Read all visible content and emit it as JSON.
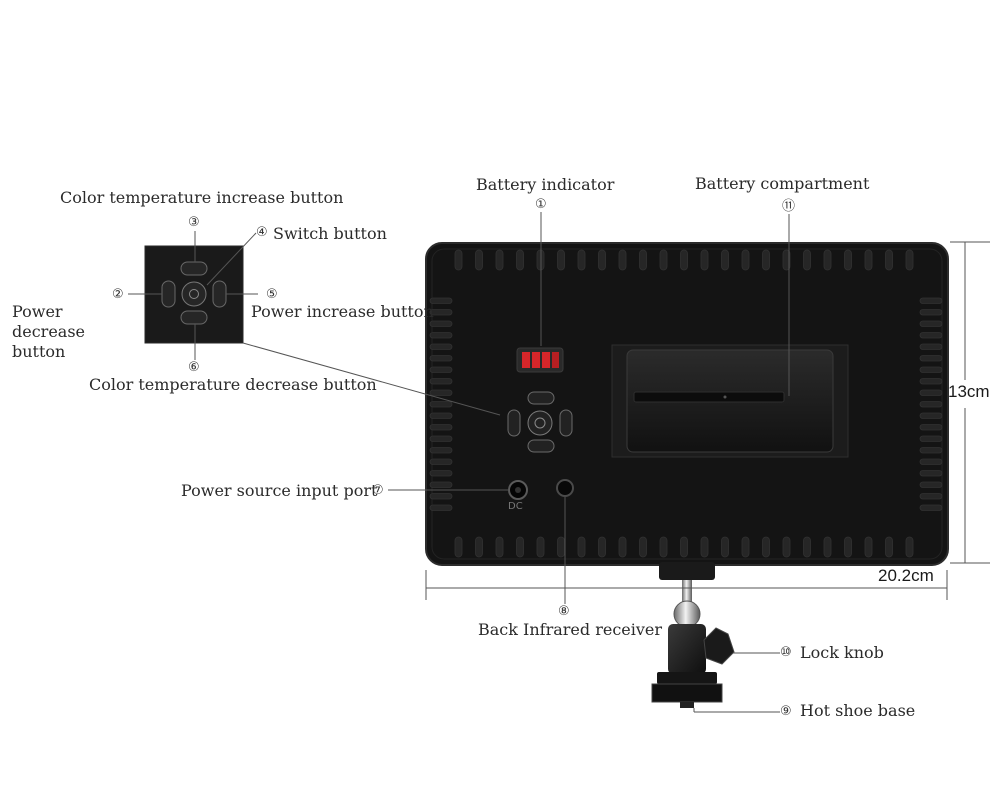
{
  "labels": {
    "color_temp_increase": "Color temperature increase button",
    "switch": "Switch button",
    "power_decrease": "Power decrease button",
    "power_increase": "Power increase button",
    "color_temp_decrease": "Color temperature decrease button",
    "battery_indicator": "Battery indicator",
    "battery_compartment": "Battery compartment",
    "power_source_input": "Power source input port",
    "back_infrared": "Back Infrared receiver",
    "lock_knob": "Lock  knob",
    "hot_shoe_base": "Hot shoe base"
  },
  "numbers": {
    "n1": "①",
    "n2": "②",
    "n3": "③",
    "n4": "④",
    "n5": "⑤",
    "n6": "⑥",
    "n7": "⑦",
    "n8": "⑧",
    "n9": "⑨",
    "n10": "⑩",
    "n11": "⑪"
  },
  "dimensions": {
    "height": "13cm",
    "width": "20.2cm"
  },
  "port_label": "DC",
  "colors": {
    "panel": "#141414",
    "indicator": "#d8262a",
    "line": "#444444"
  }
}
